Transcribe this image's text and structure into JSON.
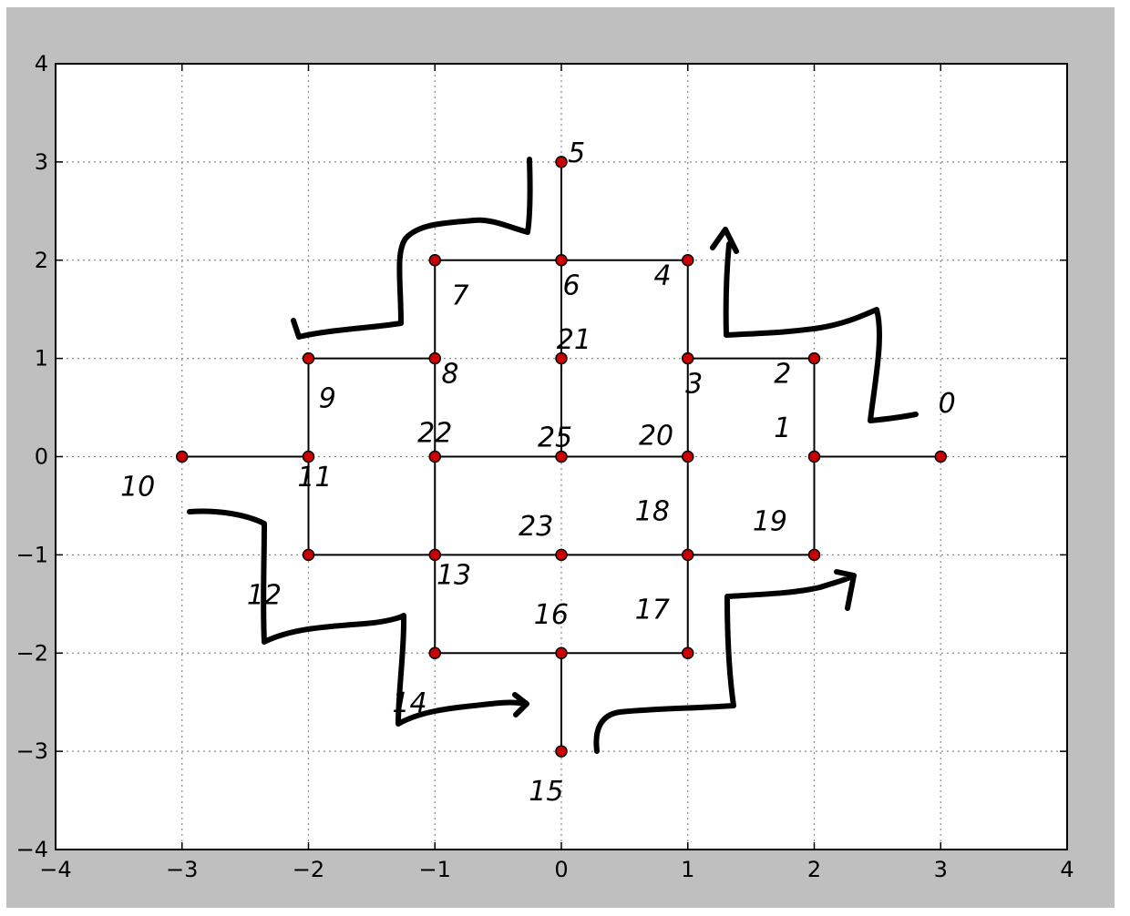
{
  "chart_data": {
    "type": "scatter",
    "title": "",
    "xlabel": "",
    "ylabel": "",
    "xlim": [
      -4,
      4
    ],
    "ylim": [
      -4,
      4
    ],
    "grid": true,
    "x_ticks": [
      "−4",
      "−3",
      "−2",
      "−1",
      "0",
      "1",
      "2",
      "3",
      "4"
    ],
    "y_ticks": [
      "4",
      "3",
      "2",
      "1",
      "0",
      "−1",
      "−2",
      "−3",
      "−4"
    ],
    "points": [
      {
        "label": "0",
        "x": 3,
        "y": 0
      },
      {
        "label": "1",
        "x": 2,
        "y": 0
      },
      {
        "label": "2",
        "x": 2,
        "y": 1
      },
      {
        "label": "3",
        "x": 1,
        "y": 1
      },
      {
        "label": "4",
        "x": 1,
        "y": 2
      },
      {
        "label": "5",
        "x": 0,
        "y": 3
      },
      {
        "label": "6",
        "x": 0,
        "y": 2
      },
      {
        "label": "7",
        "x": -1,
        "y": 2
      },
      {
        "label": "8",
        "x": -1,
        "y": 1
      },
      {
        "label": "9",
        "x": -2,
        "y": 1
      },
      {
        "label": "10",
        "x": -3,
        "y": 0
      },
      {
        "label": "11",
        "x": -2,
        "y": 0
      },
      {
        "label": "12",
        "x": -2,
        "y": -1
      },
      {
        "label": "13",
        "x": -1,
        "y": -1
      },
      {
        "label": "14",
        "x": -1,
        "y": -2
      },
      {
        "label": "15",
        "x": 0,
        "y": -3
      },
      {
        "label": "16",
        "x": 0,
        "y": -2
      },
      {
        "label": "17",
        "x": 1,
        "y": -2
      },
      {
        "label": "18",
        "x": 1,
        "y": -1
      },
      {
        "label": "19",
        "x": 2,
        "y": -1
      },
      {
        "label": "20",
        "x": 1,
        "y": 0
      },
      {
        "label": "21",
        "x": 0,
        "y": 1
      },
      {
        "label": "22",
        "x": -1,
        "y": 0
      },
      {
        "label": "23",
        "x": 0,
        "y": -1
      },
      {
        "label": "25",
        "x": 0,
        "y": 0
      }
    ],
    "edges": [
      [
        [
          -1,
          2
        ],
        [
          1,
          2
        ]
      ],
      [
        [
          0,
          3
        ],
        [
          0,
          0
        ]
      ],
      [
        [
          -1,
          2
        ],
        [
          -1,
          -2
        ]
      ],
      [
        [
          1,
          2
        ],
        [
          1,
          -2
        ]
      ],
      [
        [
          -2,
          1
        ],
        [
          -1,
          1
        ]
      ],
      [
        [
          1,
          1
        ],
        [
          2,
          1
        ]
      ],
      [
        [
          2,
          1
        ],
        [
          2,
          -1
        ]
      ],
      [
        [
          -2,
          1
        ],
        [
          -2,
          -1
        ]
      ],
      [
        [
          -3,
          0
        ],
        [
          -2,
          0
        ]
      ],
      [
        [
          -1,
          0
        ],
        [
          1,
          0
        ]
      ],
      [
        [
          2,
          0
        ],
        [
          3,
          0
        ]
      ],
      [
        [
          -2,
          -1
        ],
        [
          2,
          -1
        ]
      ],
      [
        [
          -1,
          -2
        ],
        [
          1,
          -2
        ]
      ],
      [
        [
          0,
          -2
        ],
        [
          0,
          -3
        ]
      ]
    ],
    "point_color": "#cc0000",
    "point_edge_color": "#000000",
    "edge_color": "#000000",
    "grid_color": "#8c8c8c",
    "frame_background": "#bfbfbf",
    "annotations": "handwritten",
    "handwritten_labels": [
      {
        "text": "0",
        "x": 3.05,
        "y": 0.45
      },
      {
        "text": "1",
        "x": 1.75,
        "y": 0.2
      },
      {
        "text": "2",
        "x": 1.75,
        "y": 0.75
      },
      {
        "text": "3",
        "x": 1.05,
        "y": 0.65
      },
      {
        "text": "4",
        "x": 0.8,
        "y": 1.75
      },
      {
        "text": "5",
        "x": 0.12,
        "y": 3.0
      },
      {
        "text": "6",
        "x": 0.08,
        "y": 1.65
      },
      {
        "text": "7",
        "x": -0.8,
        "y": 1.55
      },
      {
        "text": "8",
        "x": -0.88,
        "y": 0.75
      },
      {
        "text": "9",
        "x": -1.85,
        "y": 0.5
      },
      {
        "text": "10",
        "x": -3.35,
        "y": -0.4
      },
      {
        "text": "11",
        "x": -1.95,
        "y": -0.3
      },
      {
        "text": "12",
        "x": -2.35,
        "y": -1.5
      },
      {
        "text": "13",
        "x": -0.85,
        "y": -1.3
      },
      {
        "text": "14",
        "x": -1.2,
        "y": -2.6
      },
      {
        "text": "15",
        "x": -0.12,
        "y": -3.5
      },
      {
        "text": "16",
        "x": -0.08,
        "y": -1.7
      },
      {
        "text": "17",
        "x": 0.72,
        "y": -1.65
      },
      {
        "text": "18",
        "x": 0.72,
        "y": -0.65
      },
      {
        "text": "19",
        "x": 1.65,
        "y": -0.75
      },
      {
        "text": "20",
        "x": 0.75,
        "y": 0.12
      },
      {
        "text": "21",
        "x": 0.1,
        "y": 1.1
      },
      {
        "text": "22",
        "x": -1.0,
        "y": 0.15
      },
      {
        "text": "23",
        "x": -0.2,
        "y": -0.8
      },
      {
        "text": "25",
        "x": -0.05,
        "y": 0.1
      }
    ]
  }
}
